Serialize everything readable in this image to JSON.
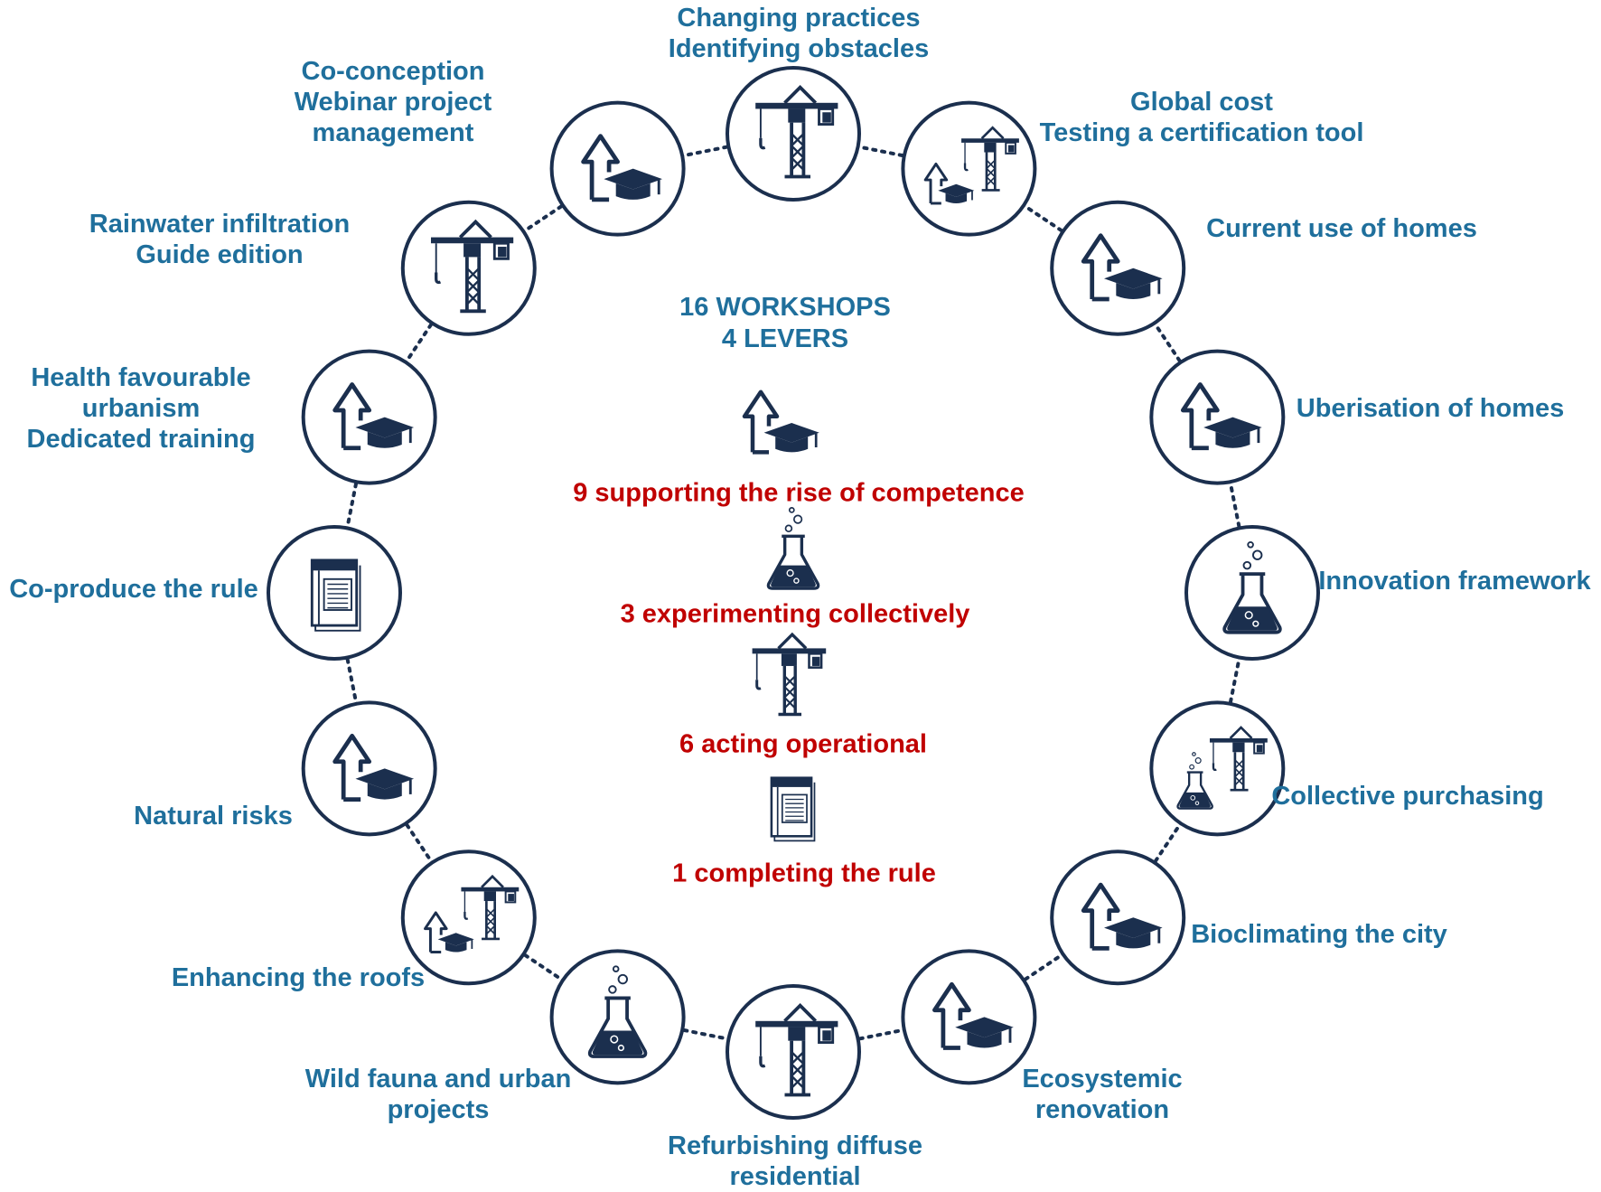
{
  "center": {
    "title_line1": "16 WORKSHOPS",
    "title_line2": "4 LEVERS",
    "levers": [
      {
        "icon": "competence-icon",
        "label": "9 supporting the rise of competence"
      },
      {
        "icon": "flask-icon",
        "label": "3 experimenting collectively"
      },
      {
        "icon": "crane-icon",
        "label": "6 acting operational"
      },
      {
        "icon": "book-icon",
        "label": "1 completing the rule"
      }
    ]
  },
  "workshops": [
    {
      "icon": "crane",
      "lines": [
        "Changing practices",
        "Identifying obstacles"
      ]
    },
    {
      "icon": "competence-crane",
      "lines": [
        "Global cost",
        "Testing a certification tool"
      ]
    },
    {
      "icon": "competence",
      "lines": [
        "Current use of homes"
      ]
    },
    {
      "icon": "competence",
      "lines": [
        "Uberisation of homes"
      ]
    },
    {
      "icon": "flask",
      "lines": [
        "Innovation framework"
      ]
    },
    {
      "icon": "flask-crane",
      "lines": [
        "Collective purchasing"
      ]
    },
    {
      "icon": "competence",
      "lines": [
        "Bioclimating the city"
      ]
    },
    {
      "icon": "competence",
      "lines": [
        "Ecosystemic",
        "renovation"
      ]
    },
    {
      "icon": "crane",
      "lines": [
        "Refurbishing diffuse",
        "residential"
      ]
    },
    {
      "icon": "flask",
      "lines": [
        "Wild fauna and urban",
        "projects"
      ]
    },
    {
      "icon": "competence-crane",
      "lines": [
        "Enhancing the roofs"
      ]
    },
    {
      "icon": "competence",
      "lines": [
        "Natural risks"
      ]
    },
    {
      "icon": "book",
      "lines": [
        "Co-produce the rule"
      ]
    },
    {
      "icon": "competence",
      "lines": [
        "Health favourable",
        "urbanism",
        "Dedicated training"
      ]
    },
    {
      "icon": "crane",
      "lines": [
        "Rainwater infiltration",
        "Guide edition"
      ]
    },
    {
      "icon": "competence",
      "lines": [
        "Co-conception",
        "Webinar project",
        "management"
      ]
    }
  ],
  "colors": {
    "navy": "#1b2f4e",
    "label_blue": "#1f6f9c",
    "lever_red": "#c00000"
  }
}
